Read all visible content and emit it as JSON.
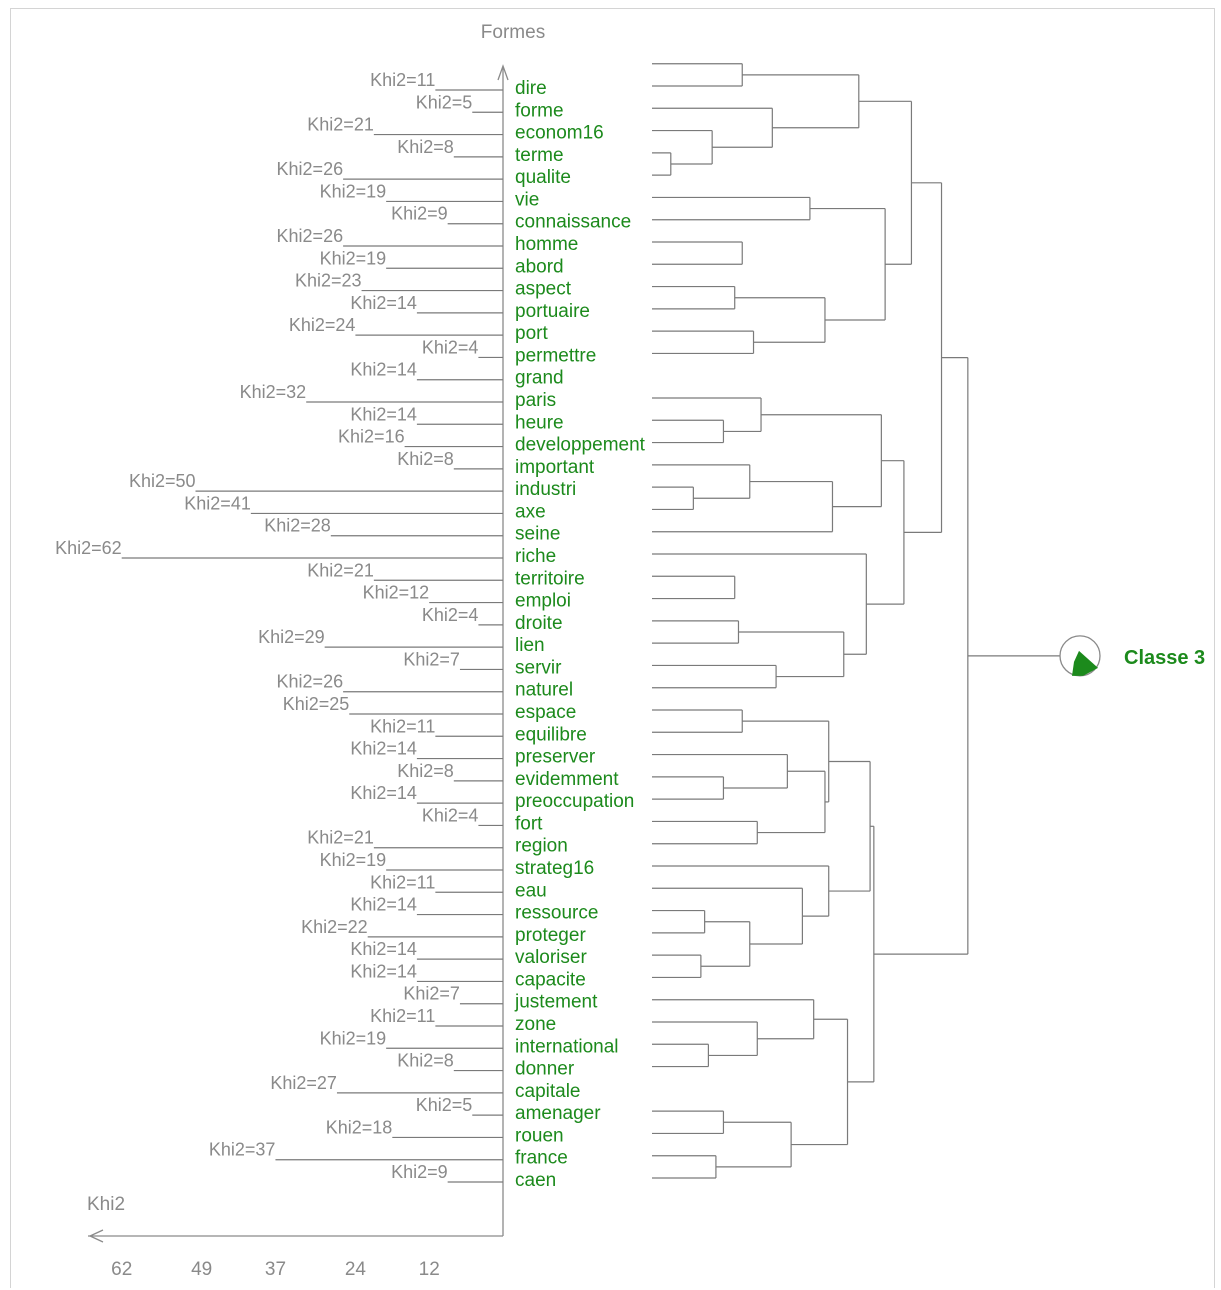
{
  "axis": {
    "vertical_title": "Formes",
    "horizontal_title": "Khi2",
    "ticks": [
      "62",
      "49",
      "37",
      "24",
      "12"
    ],
    "tick_values": [
      62,
      49,
      37,
      24,
      12
    ]
  },
  "forms": [
    {
      "word": "dire",
      "khi2": 11,
      "label": "Khi2=11"
    },
    {
      "word": "forme",
      "khi2": 5,
      "label": "Khi2=5"
    },
    {
      "word": "econom16",
      "khi2": 21,
      "label": "Khi2=21"
    },
    {
      "word": "terme",
      "khi2": 8,
      "label": "Khi2=8"
    },
    {
      "word": "qualite",
      "khi2": 26,
      "label": "Khi2=26"
    },
    {
      "word": "vie",
      "khi2": 19,
      "label": "Khi2=19"
    },
    {
      "word": "connaissance",
      "khi2": 9,
      "label": "Khi2=9"
    },
    {
      "word": "homme",
      "khi2": 26,
      "label": "Khi2=26"
    },
    {
      "word": "abord",
      "khi2": 19,
      "label": "Khi2=19"
    },
    {
      "word": "aspect",
      "khi2": 23,
      "label": "Khi2=23"
    },
    {
      "word": "portuaire",
      "khi2": 14,
      "label": "Khi2=14"
    },
    {
      "word": "port",
      "khi2": 24,
      "label": "Khi2=24"
    },
    {
      "word": "permettre",
      "khi2": 4,
      "label": "Khi2=4"
    },
    {
      "word": "grand",
      "khi2": 14,
      "label": "Khi2=14"
    },
    {
      "word": "paris",
      "khi2": 32,
      "label": "Khi2=32"
    },
    {
      "word": "heure",
      "khi2": 14,
      "label": "Khi2=14"
    },
    {
      "word": "developpement",
      "khi2": 16,
      "label": "Khi2=16"
    },
    {
      "word": "important",
      "khi2": 8,
      "label": "Khi2=8"
    },
    {
      "word": "industri",
      "khi2": 50,
      "label": "Khi2=50"
    },
    {
      "word": "axe",
      "khi2": 41,
      "label": "Khi2=41"
    },
    {
      "word": "seine",
      "khi2": 28,
      "label": "Khi2=28"
    },
    {
      "word": "riche",
      "khi2": 62,
      "label": "Khi2=62"
    },
    {
      "word": "territoire",
      "khi2": 21,
      "label": "Khi2=21"
    },
    {
      "word": "emploi",
      "khi2": 12,
      "label": "Khi2=12"
    },
    {
      "word": "droite",
      "khi2": 4,
      "label": "Khi2=4"
    },
    {
      "word": "lien",
      "khi2": 29,
      "label": "Khi2=29"
    },
    {
      "word": "servir",
      "khi2": 7,
      "label": "Khi2=7"
    },
    {
      "word": "naturel",
      "khi2": 26,
      "label": "Khi2=26"
    },
    {
      "word": "espace",
      "khi2": 25,
      "label": "Khi2=25"
    },
    {
      "word": "equilibre",
      "khi2": 11,
      "label": "Khi2=11"
    },
    {
      "word": "preserver",
      "khi2": 14,
      "label": "Khi2=14"
    },
    {
      "word": "evidemment",
      "khi2": 8,
      "label": "Khi2=8"
    },
    {
      "word": "preoccupation",
      "khi2": 14,
      "label": "Khi2=14"
    },
    {
      "word": "fort",
      "khi2": 4,
      "label": "Khi2=4"
    },
    {
      "word": "region",
      "khi2": 21,
      "label": "Khi2=21"
    },
    {
      "word": "strateg16",
      "khi2": 19,
      "label": "Khi2=19"
    },
    {
      "word": "eau",
      "khi2": 11,
      "label": "Khi2=11"
    },
    {
      "word": "ressource",
      "khi2": 14,
      "label": "Khi2=14"
    },
    {
      "word": "proteger",
      "khi2": 22,
      "label": "Khi2=22"
    },
    {
      "word": "valoriser",
      "khi2": 14,
      "label": "Khi2=14"
    },
    {
      "word": "capacite",
      "khi2": 14,
      "label": "Khi2=14"
    },
    {
      "word": "justement",
      "khi2": 7,
      "label": "Khi2=7"
    },
    {
      "word": "zone",
      "khi2": 11,
      "label": "Khi2=11"
    },
    {
      "word": "international",
      "khi2": 19,
      "label": "Khi2=19"
    },
    {
      "word": "donner",
      "khi2": 8,
      "label": "Khi2=8"
    },
    {
      "word": "capitale",
      "khi2": 27,
      "label": "Khi2=27"
    },
    {
      "word": "amenager",
      "khi2": 5,
      "label": "Khi2=5"
    },
    {
      "word": "rouen",
      "khi2": 18,
      "label": "Khi2=18"
    },
    {
      "word": "france",
      "khi2": 37,
      "label": "Khi2=37"
    },
    {
      "word": "caen",
      "khi2": 9,
      "label": "Khi2=9"
    }
  ],
  "dendrogram": {
    "class_label": "Classe 3",
    "merges": [
      [
        0,
        1,
        0.24
      ],
      [
        4,
        5,
        0.05
      ],
      [
        3,
        "m1",
        0.16
      ],
      [
        2,
        "m2",
        0.32
      ],
      [
        "m0",
        "m3",
        0.55
      ],
      [
        8,
        9,
        0.24
      ],
      [
        6,
        7,
        0.42
      ],
      [
        10,
        11,
        0.22
      ],
      [
        12,
        13,
        0.27
      ],
      [
        "m7",
        "m8",
        0.46
      ],
      [
        "m6",
        "m9",
        0.62
      ],
      [
        "m4",
        "m10",
        0.69
      ],
      [
        16,
        17,
        0.19
      ],
      [
        15,
        "m12",
        0.29
      ],
      [
        19,
        20,
        0.11
      ],
      [
        18,
        "m14",
        0.26
      ],
      [
        21,
        "m15",
        0.48
      ],
      [
        "m13",
        "m16",
        0.61
      ],
      [
        23,
        24,
        0.22
      ],
      [
        25,
        26,
        0.23
      ],
      [
        27,
        28,
        0.33
      ],
      [
        "m19",
        "m20",
        0.51
      ],
      [
        22,
        "m21",
        0.57
      ],
      [
        "m17",
        "m22",
        0.67
      ],
      [
        "m11",
        "m23",
        0.77
      ],
      [
        29,
        30,
        0.24
      ],
      [
        32,
        33,
        0.19
      ],
      [
        31,
        "m26",
        0.36
      ],
      [
        34,
        35,
        0.28
      ],
      [
        "m27",
        "m28",
        0.46
      ],
      [
        "m25",
        "m29",
        0.47
      ],
      [
        38,
        39,
        0.14
      ],
      [
        40,
        41,
        0.13
      ],
      [
        "m31",
        "m32",
        0.26
      ],
      [
        37,
        "m33",
        0.4
      ],
      [
        36,
        "m34",
        0.47
      ],
      [
        "m30",
        "m35",
        0.58
      ],
      [
        44,
        45,
        0.15
      ],
      [
        43,
        "m37",
        0.28
      ],
      [
        42,
        "m38",
        0.43
      ],
      [
        47,
        48,
        0.19
      ],
      [
        49,
        50,
        0.17
      ],
      [
        "m40",
        "m41",
        0.37
      ],
      [
        "m39",
        "m42",
        0.52
      ],
      [
        "m36",
        "m43",
        0.59
      ],
      [
        "m24",
        "m44",
        0.84
      ]
    ]
  },
  "colors": {
    "word": "#1c8a1c",
    "line": "#7a7a7a",
    "label": "#8a8a8a",
    "class": "#1c8a1c"
  }
}
